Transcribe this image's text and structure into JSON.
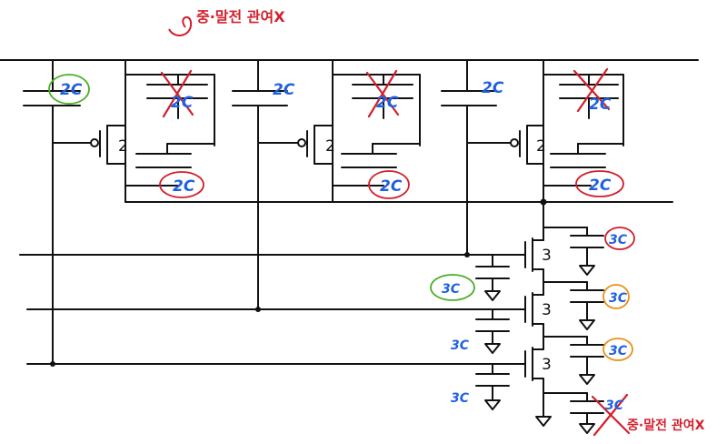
{
  "colors": {
    "wire": "#111111",
    "cap_label": "#2060e0",
    "annotation_red": "#d21f2b",
    "circle_green": "#4caf2a",
    "circle_orange": "#e8911c"
  },
  "annotations": {
    "top_note": "중·말전 관여X",
    "bottom_note": "중·말전 관여X"
  },
  "stage1": {
    "caps": [
      "2C",
      "2C",
      "2C",
      "2C",
      "2C",
      "2C",
      "2C",
      "2C",
      "2C"
    ],
    "transistors": [
      "2",
      "2",
      "2"
    ]
  },
  "stage2": {
    "transistors": [
      "3",
      "3",
      "3"
    ],
    "caps_right": [
      "3C",
      "3C",
      "3C",
      "3C"
    ],
    "caps_left": [
      "3C",
      "3C",
      "3C"
    ]
  }
}
